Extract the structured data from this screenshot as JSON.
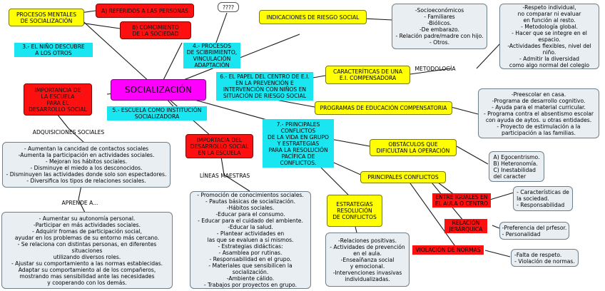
{
  "central": "SOCIALIZACIÓN",
  "nodes": {
    "procesos": "PROCESOS MENTALES\nDE SOCIALIZACIÓN",
    "referidos": "A) REFERIDOS A LAS PERSONAS",
    "conocimiento": "B) COMCIMIENTO\nDE LA SOCIEDAD",
    "question": "????",
    "nino": "3.- EL NIÑO DESCUBRE\nA LOS OTROS",
    "procesos4": "4.- PROCESOS\nDE SCIBRIMIENTO,\nVINCULACIÓN\nADAPTACIÓN",
    "indicaciones": "INDICACIONES DE RIESGO SOCIAL",
    "socioeconomicos": "-Socioeconómicos\n- Familiares\n-Biólicos.\n-De embarazo.\n- Relación padre/madre con hijo.\n- Otros.",
    "respeto": "-Respeto individual,\nno comparar ni evaluar\nen función al resto.\n- Metodología global.\n- Hacer que se integre en el espacio.\n-Actividades flexibles, nivel del niño.\n- Admitir la diversidad\ncomo algo normal del colegio",
    "papel": "6.- EL PAPEL DEL CENTRO DE E.I.\nEN LA PREVENCIÓN E\nINTERVENCIÓN CON NIÑOS EN\nSITUACIÓN DE RIESGO SOCIAL",
    "caracteristicas": "CARACTERÍTICAS DE UNA\nE.I. COMPENSADORA",
    "metodologia": "METODOLOGÍA",
    "importancia1": "IMPORTANCIA DE\nLA ESCUELA\nPARA EL\nDESARROLLO SOCIAL",
    "escuela5": "5.- ESCUELA COMO INSTITUCIÓN\nSOCIALIZADORA",
    "programas": "PROGRAMAS DE EDUCACIÓN COMPENSATORIA",
    "preescolar": "-Preescolar en casa.\n-Programa de desarrollo cognitivo.\n- Ayuda para el material curricular.\n- Programa contra el absentismo escolar\ncon ayuda de aytos. u otras entidades.\n- Proyecto de estimulación a la\nparticipación a las familias.",
    "adquisiciones": "ADQUISICIONES SOCIALES",
    "aumentan": "- Aumentan la cancidad de contactos sociales\n-Aumenta la participación en actividades sociales.\n- Mejoran los hábitos sociales.\n- Disminuye el miedo a los desconocidos.\n- Disminuyen las actividades donde solo son espectadores.\n- Diversifica los tipos de relaciones sociales.",
    "importancia2": "IMPORTACIA DEL\nDESARROLLO SOCIAL\nEN LA ESCUELA",
    "principios": "7.- PRINCIPALES CONFLICTOS\nDE LA VIDA EN GRUPO\nY ESTRATEGIAS\nPARA LA RESOLUCIÓN\nPACÍFICA DE\nCONFLICTOS.",
    "obstaculos": "OBSTÁCULOS QUE\nDIFICULTAN LA OPERACIÓN",
    "egocentrismo": "A) Egocentrismo.\nB) Heteronomía.\nC) Inestabilidad\ndel caracter",
    "principales": "PRINCIPALES CONFLICTOS",
    "lineas": "LÍNEAS MAESTRAS",
    "aprende": "APRENDE A...",
    "promocion": "- Promoción de conocimientos sociales.\n- Pautas básicas de socialización.\n-Hábitos sociales.\n-Educar para el consumo.\n- Educar para el cuidado del ambiente.\n-Educar la salud.\n- Plantear actividades en\nlas que se evaluen a sí mismos.\n- Estrategias didácticas:\n- Asamblea por rutinas.\n- Responsabilidad en el grupo.\n- Materiales que sensibilicen la socialización.\n-Ambiente cálido.\n- Trabajos por proyectos en grupo.",
    "aumentar": "- Aumentar su autonomía personal.\n-Participar en más actividades sociales.\n- Adquirir fromas de participación social,\nayudar en los problemas de su entorno más cercano.\n- Se relaciona con distintas personas, en diferentes situaciones\nutilizando diversos roles.\n- Ajustar su comportamiento a las normas establecidas.\nAdaptar su comportamiento al de los compañeros,\nmostrando mas sensibilidad ante las necesidades\ny cooperando con los demás.",
    "estrategias": "ESTRATEGIAS\nRESOLUCIÓN\nDE CONFLICTOS",
    "relaciones": "-Relaciones positivas.\n- Actividades de prevención\nen el aula.\n-Enseaíñanza social\ny emocional.\n-Intervenciones invasivas\nindividualizadas.",
    "iguales": "ENTRE IGUALES EN\nEL AULA O CENTRO",
    "caract_sociedad": "- Características de\nla sociedad.\n- Responsabilidad",
    "jerarquica": "RELACIÓN\nJERÁRQUICA",
    "preferencia": "-Preferencia del prfesor.\n- Personalidad",
    "violacion": "VIOLACIÓN DE NORMAS",
    "falta": "-Falta de respeto.\n- Violación de normas."
  },
  "colors": {
    "yellow": "#ffff00",
    "red": "#ff1010",
    "cyan": "#19e6f0",
    "magenta": "#ff00ff",
    "grey": "#e8eef2"
  }
}
